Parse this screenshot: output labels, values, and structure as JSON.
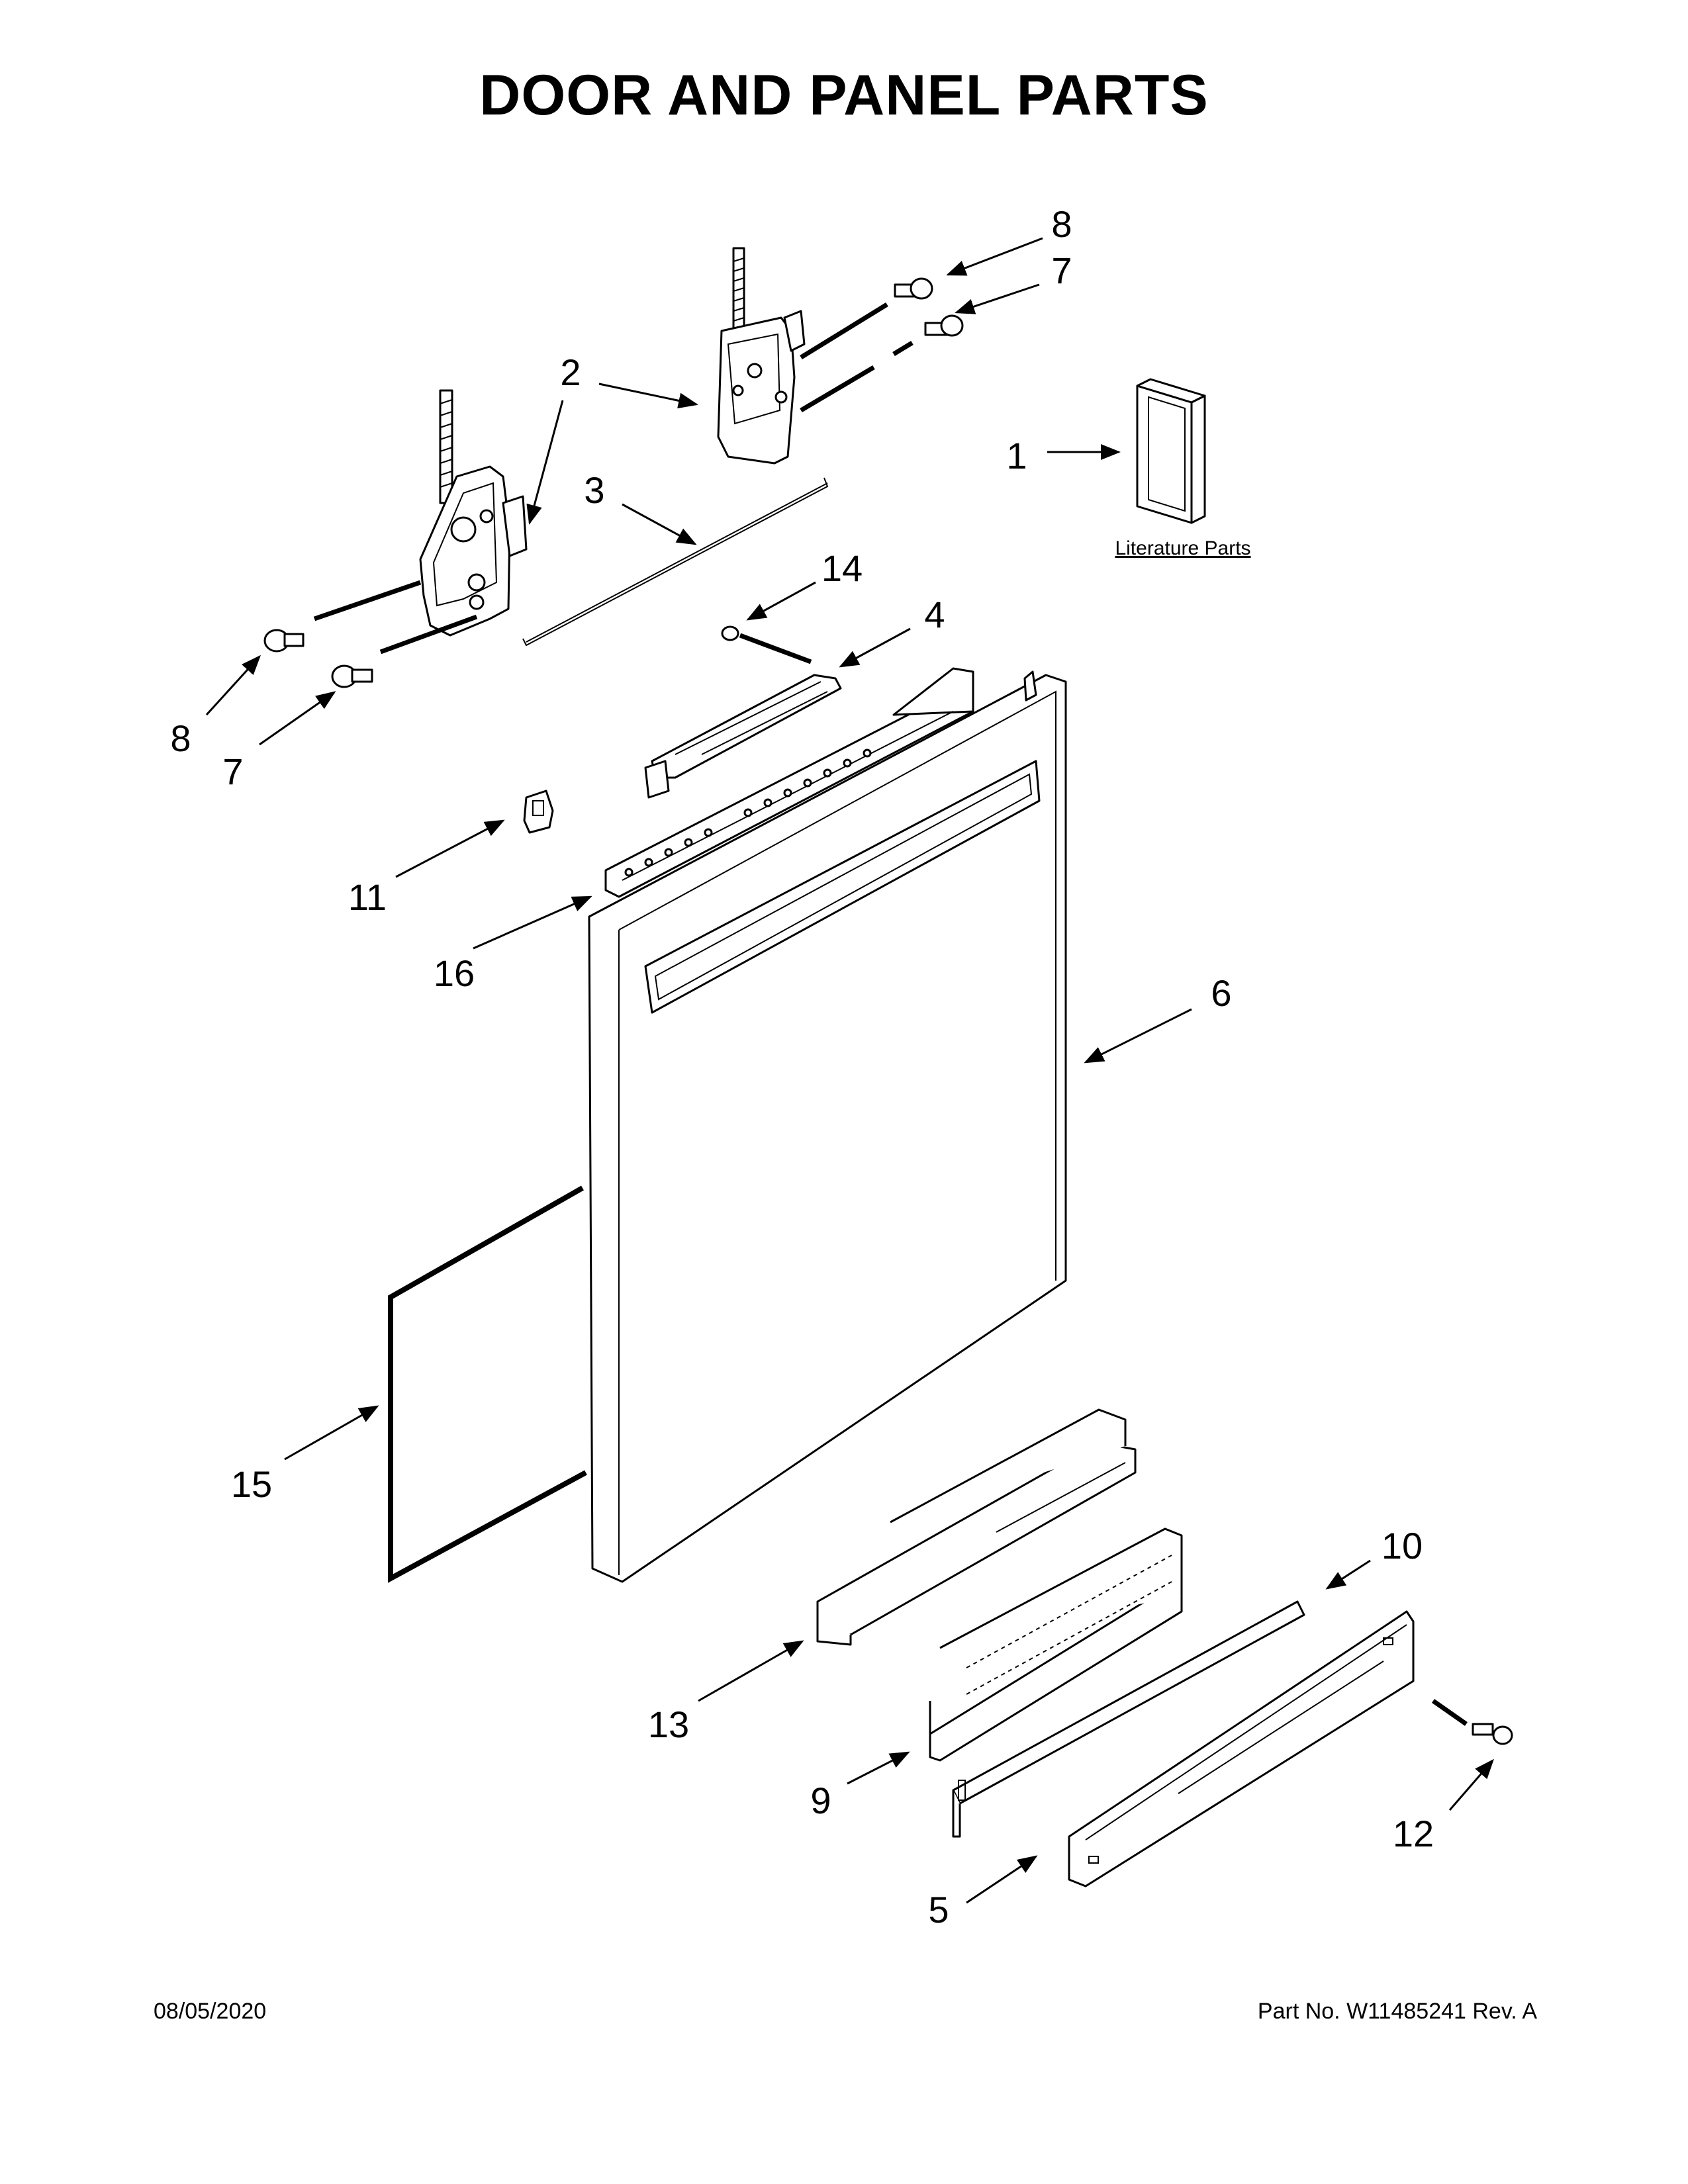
{
  "title": "DOOR AND PANEL PARTS",
  "literature_label": "Literature Parts",
  "callouts": {
    "c1": "1",
    "c2": "2",
    "c3": "3",
    "c4": "4",
    "c5": "5",
    "c6": "6",
    "c7a": "7",
    "c7b": "7",
    "c8a": "8",
    "c8b": "8",
    "c9": "9",
    "c10": "10",
    "c11": "11",
    "c12": "12",
    "c13": "13",
    "c14": "14",
    "c15": "15",
    "c16": "16"
  },
  "footer": {
    "date": "08/05/2020",
    "part_number": "Part No.  W11485241   Rev.  A"
  }
}
